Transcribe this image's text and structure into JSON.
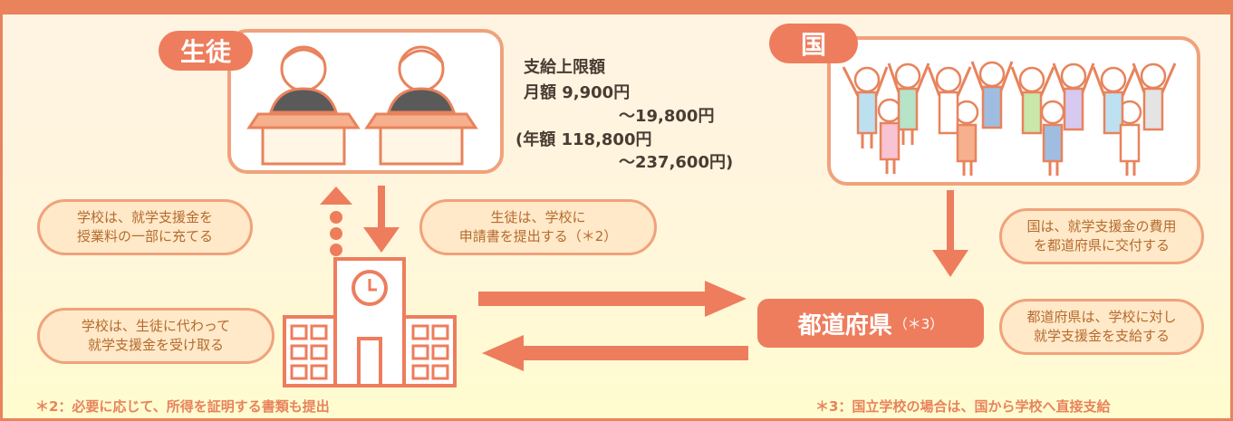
{
  "labels": {
    "student": "生徒",
    "country": "国",
    "prefecture": "都道府県",
    "prefecture_note": "（＊3）"
  },
  "amount": {
    "title": "支給上限額",
    "line1": "月額 9,900円",
    "line2": "～19,800円",
    "line3": "(年額 118,800円",
    "line4": "～237,600円)"
  },
  "bubbles": {
    "school_apply_1": "学校は、就学支援金を",
    "school_apply_2": "授業料の一部に充てる",
    "student_submit_1": "生徒は、学校に",
    "student_submit_2": "申請書を提出する（＊2）",
    "school_receive_1": "学校は、生徒に代わって",
    "school_receive_2": "就学支援金を受け取る",
    "country_grant_1": "国は、就学支援金の費用",
    "country_grant_2": "を都道府県に交付する",
    "pref_pay_1": "都道府県は、学校に対し",
    "pref_pay_2": "就学支援金を支給する"
  },
  "notes": {
    "note2": "＊2：必要に応じて、所得を証明する書類も提出",
    "note3": "＊3：国立学校の場合は、国から学校へ直接支給"
  },
  "colors": {
    "accent": "#ee7d5d",
    "bubble_fill": "#ffe9c8",
    "bubble_text": "#b56a2f",
    "card_border": "#f0a27c"
  },
  "icons": [
    "students-at-desks-illustration",
    "people-of-various-occupations-illustration",
    "school-building-icon",
    "arrows"
  ]
}
